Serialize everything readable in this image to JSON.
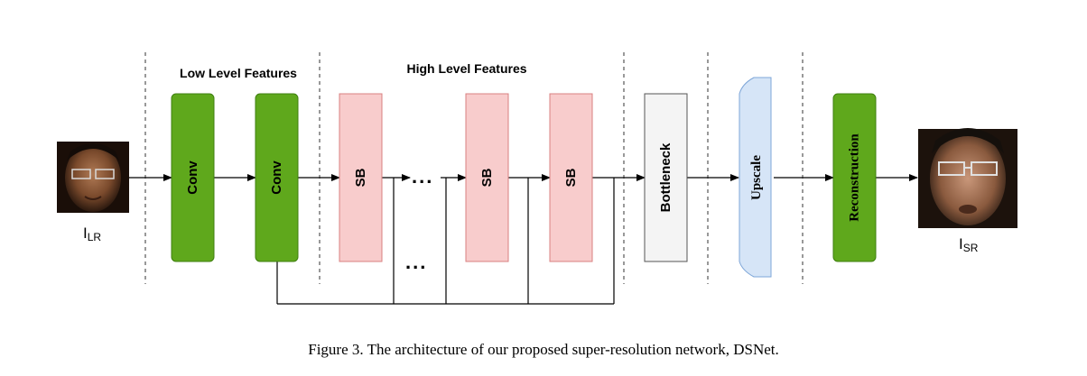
{
  "sections": {
    "low_level": "Low Level Features",
    "high_level": "High Level Features"
  },
  "input": {
    "label_main": "I",
    "label_sub": "LR"
  },
  "output": {
    "label_main": "I",
    "label_sub": "SR"
  },
  "blocks": {
    "conv1": "Conv",
    "conv2": "Conv",
    "sb1": "SB",
    "sb2": "SB",
    "sb3": "SB",
    "bottleneck": "Bottleneck",
    "upscale": "Upscale",
    "reconstruction": "Reconstruction"
  },
  "ellipsis": {
    "main_path": "...",
    "skip_path": "..."
  },
  "caption": "Figure 3. The architecture of our proposed super-resolution network, DSNet.",
  "colors": {
    "conv_fill": "#5fa81c",
    "conv_stroke": "#3f7f10",
    "sb_fill": "#f8cccc",
    "sb_stroke": "#d98080",
    "bottleneck_fill": "#f4f4f4",
    "bottleneck_stroke": "#555555",
    "upscale_fill": "#d6e5f7",
    "upscale_stroke": "#7ea6d8",
    "reconstruction_fill": "#5fa81c"
  }
}
